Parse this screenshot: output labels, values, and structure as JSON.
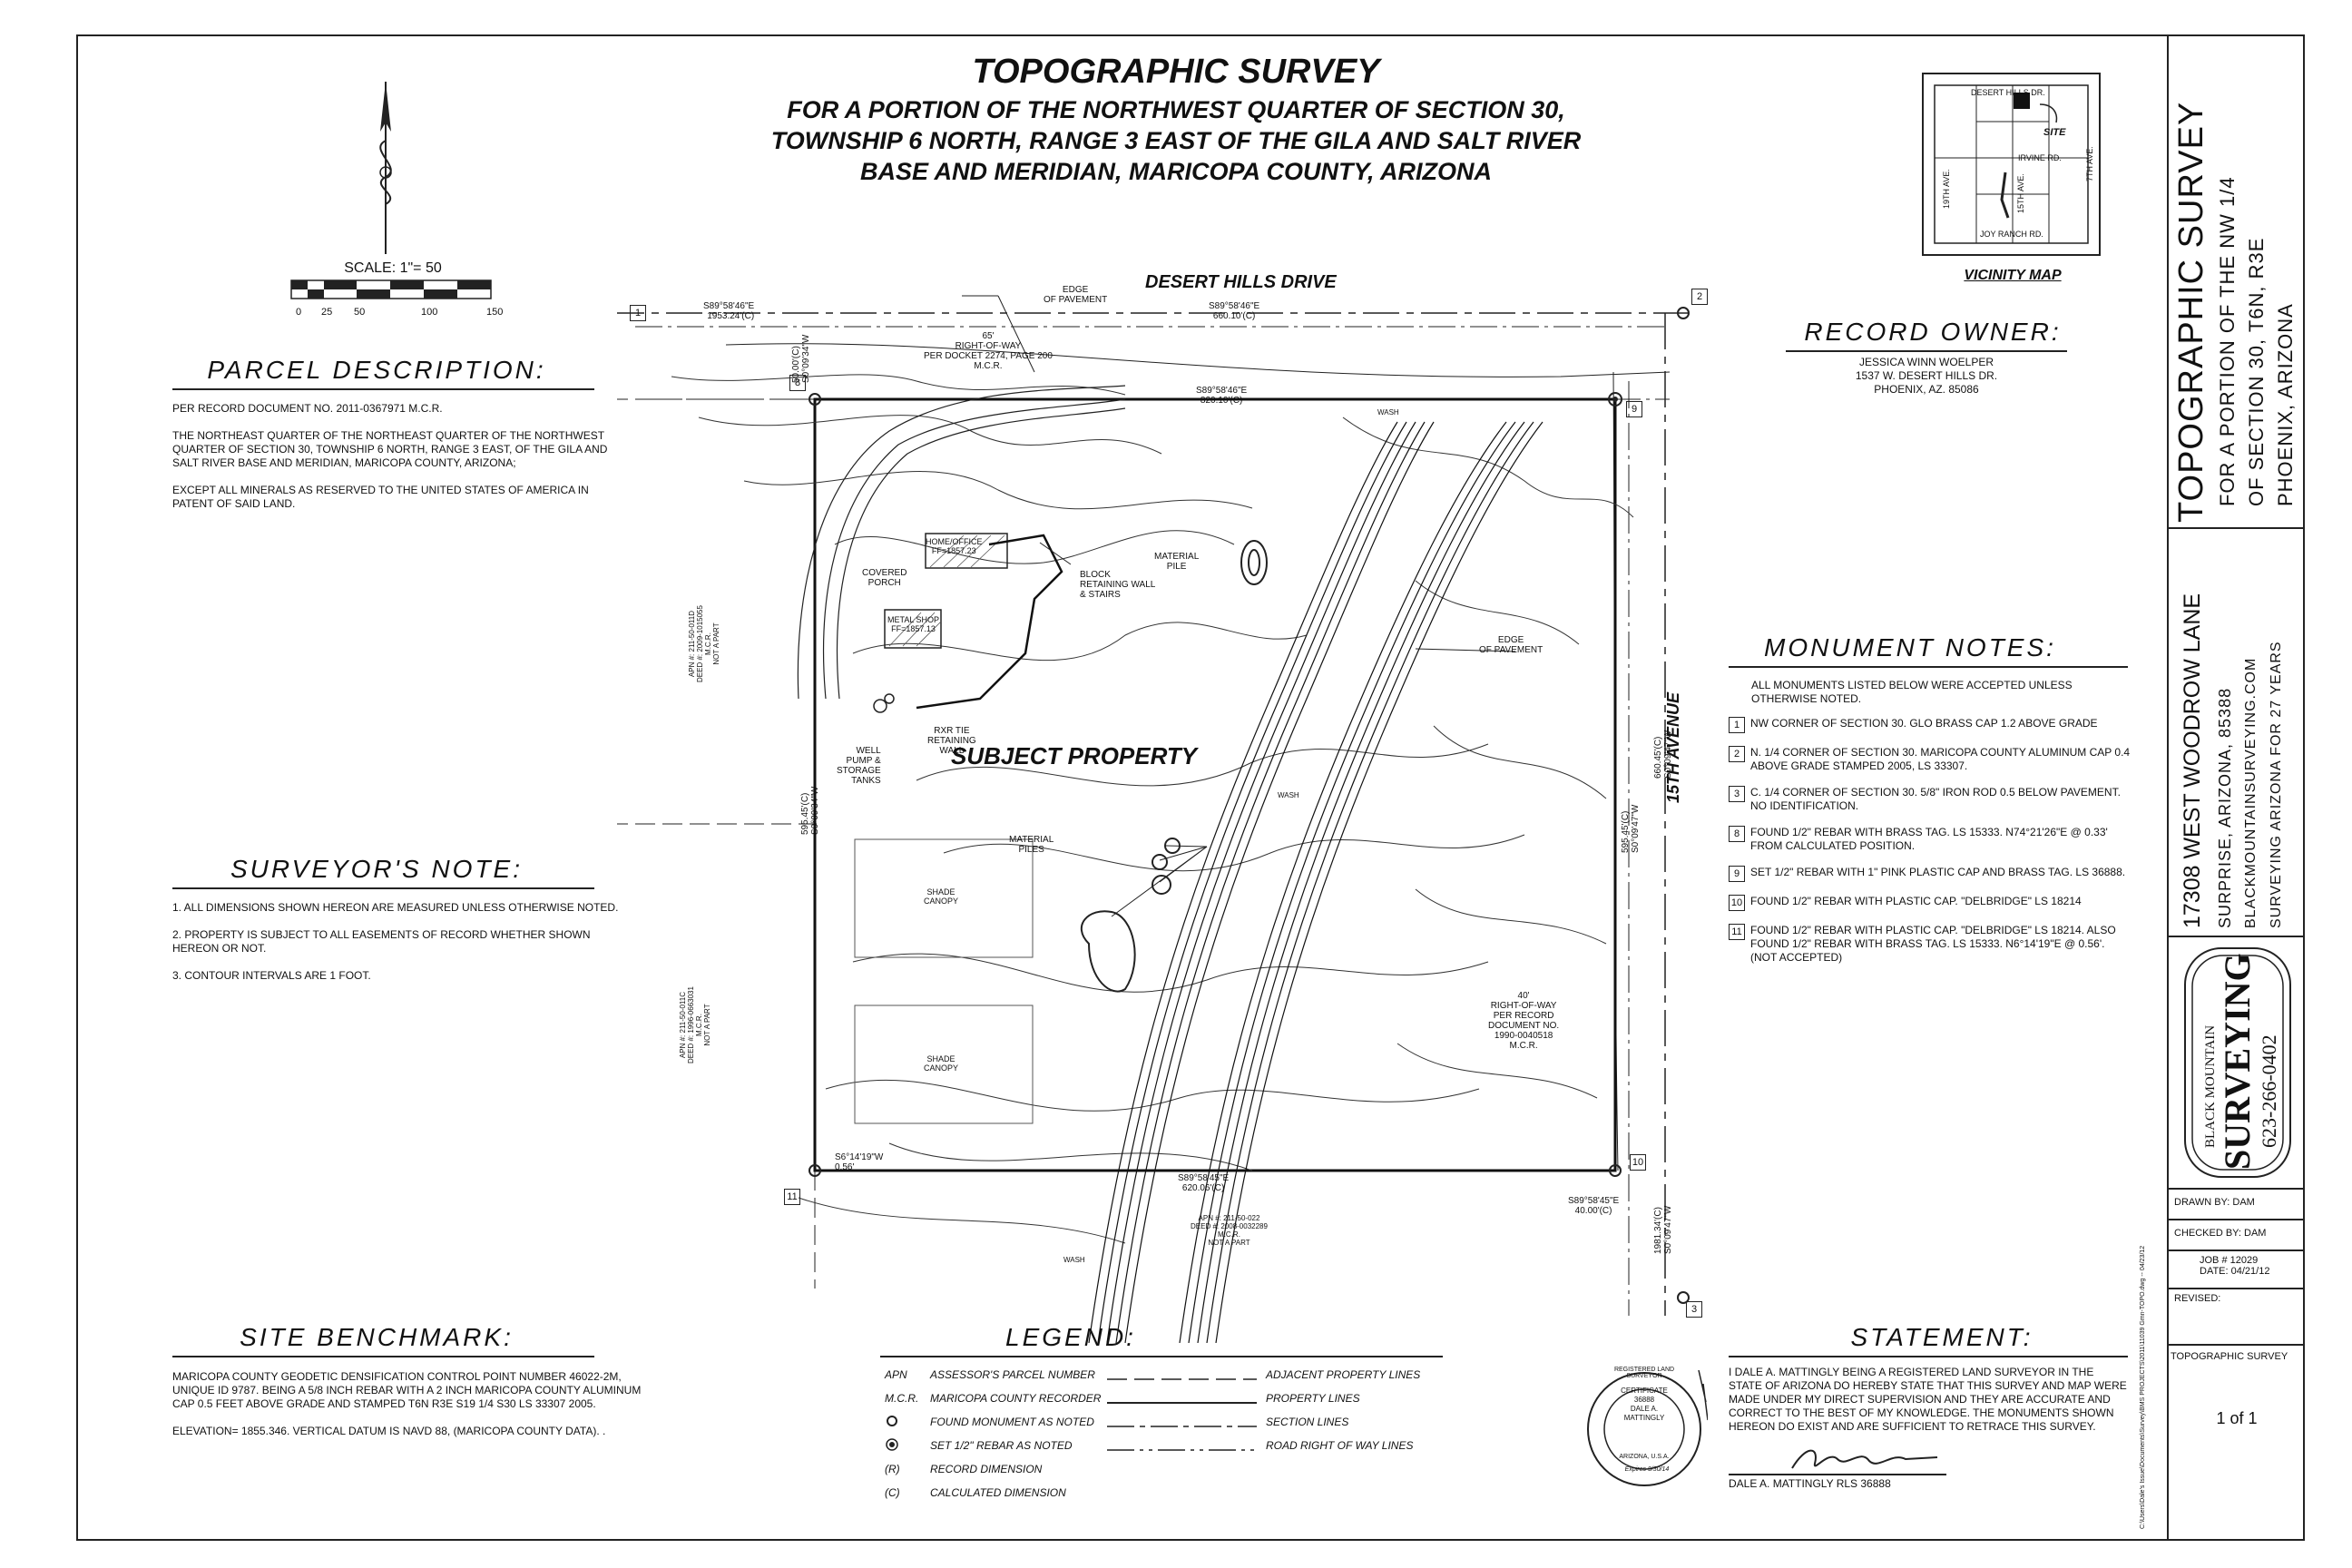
{
  "title": {
    "main": "TOPOGRAPHIC SURVEY",
    "line1": "FOR A PORTION OF THE NORTHWEST QUARTER OF SECTION 30,",
    "line2": "TOWNSHIP 6 NORTH, RANGE 3 EAST OF THE GILA AND SALT RIVER",
    "line3": "BASE AND MERIDIAN, MARICOPA COUNTY, ARIZONA"
  },
  "scale": {
    "label": "SCALE:  1\"= 50",
    "ticks": [
      "0",
      "25",
      "50",
      "100",
      "150"
    ]
  },
  "parcel": {
    "heading": "PARCEL  DESCRIPTION:",
    "p1": "PER RECORD DOCUMENT NO. 2011-0367971 M.C.R.",
    "p2": "THE NORTHEAST QUARTER OF THE NORTHEAST QUARTER OF THE NORTHWEST QUARTER OF SECTION 30, TOWNSHIP 6 NORTH, RANGE 3 EAST, OF THE GILA AND SALT RIVER BASE AND MERIDIAN, MARICOPA COUNTY, ARIZONA;",
    "p3": "EXCEPT ALL MINERALS AS RESERVED TO THE UNITED STATES OF AMERICA IN PATENT OF SAID LAND."
  },
  "surveyor_note": {
    "heading": "SURVEYOR'S  NOTE:",
    "n1": "1. ALL DIMENSIONS SHOWN HEREON ARE MEASURED UNLESS OTHERWISE NOTED.",
    "n2": "2. PROPERTY IS SUBJECT TO ALL EASEMENTS OF RECORD WHETHER SHOWN HEREON OR NOT.",
    "n3": "3. CONTOUR INTERVALS ARE 1 FOOT."
  },
  "benchmark": {
    "heading": "SITE  BENCHMARK:",
    "p1": "MARICOPA COUNTY GEODETIC DENSIFICATION CONTROL POINT NUMBER 46022-2M, UNIQUE ID 9787. BEING A 5/8 INCH REBAR WITH A 2 INCH MARICOPA COUNTY ALUMINUM CAP 0.5 FEET ABOVE GRADE AND STAMPED T6N R3E S19 1/4 S30 LS 33307 2005.",
    "p2": "ELEVATION= 1855.346. VERTICAL DATUM IS NAVD 88, (MARICOPA COUNTY DATA). ."
  },
  "legend": {
    "heading": "LEGEND:",
    "left": [
      {
        "abbr": "APN",
        "desc": "ASSESSOR'S PARCEL NUMBER"
      },
      {
        "abbr": "M.C.R.",
        "desc": "MARICOPA COUNTY RECORDER"
      },
      {
        "abbr": "",
        "desc": "FOUND MONUMENT AS NOTED"
      },
      {
        "abbr": "",
        "desc": "SET 1/2\" REBAR AS NOTED"
      },
      {
        "abbr": "(R)",
        "desc": "RECORD DIMENSION"
      },
      {
        "abbr": "(C)",
        "desc": "CALCULATED DIMENSION"
      }
    ],
    "right": [
      "ADJACENT PROPERTY LINES",
      "PROPERTY LINES",
      "SECTION LINES",
      "ROAD RIGHT OF WAY LINES"
    ]
  },
  "record_owner": {
    "heading": "RECORD  OWNER:",
    "name": "JESSICA WINN WOELPER",
    "address": "1537 W. DESERT HILLS DR.",
    "city": "PHOENIX, AZ. 85086"
  },
  "monument_notes": {
    "heading": "MONUMENT  NOTES:",
    "intro": "ALL MONUMENTS LISTED BELOW WERE ACCEPTED UNLESS OTHERWISE NOTED.",
    "items": [
      {
        "num": "1",
        "text": "NW CORNER OF SECTION 30. GLO BRASS CAP 1.2 ABOVE GRADE"
      },
      {
        "num": "2",
        "text": "N. 1/4 CORNER OF SECTION 30. MARICOPA COUNTY ALUMINUM CAP 0.4 ABOVE GRADE STAMPED 2005, LS 33307."
      },
      {
        "num": "3",
        "text": "C. 1/4 CORNER OF SECTION 30. 5/8\" IRON ROD 0.5 BELOW PAVEMENT. NO IDENTIFICATION."
      },
      {
        "num": "8",
        "text": "FOUND 1/2\" REBAR WITH BRASS TAG. LS 15333. N74°21'26\"E @ 0.33' FROM CALCULATED POSITION."
      },
      {
        "num": "9",
        "text": "SET 1/2\" REBAR WITH 1\" PINK PLASTIC CAP AND BRASS TAG. LS 36888."
      },
      {
        "num": "10",
        "text": "FOUND 1/2\" REBAR WITH PLASTIC CAP. \"DELBRIDGE\" LS 18214"
      },
      {
        "num": "11",
        "text": "FOUND 1/2\" REBAR WITH PLASTIC CAP. \"DELBRIDGE\" LS 18214. ALSO FOUND 1/2\" REBAR WITH BRASS TAG. LS 15333. N6°14'19\"E @ 0.56'. (NOT ACCEPTED)"
      }
    ]
  },
  "statement": {
    "heading": "STATEMENT:",
    "text": "I DALE A. MATTINGLY BEING A REGISTERED LAND SURVEYOR IN THE STATE OF ARIZONA DO HEREBY STATE THAT THIS SURVEY AND MAP WERE MADE UNDER MY DIRECT SUPERVISION AND THEY ARE ACCURATE AND CORRECT TO THE BEST OF MY KNOWLEDGE. THE MONUMENTS SHOWN HEREON DO EXIST AND ARE SUFFICIENT TO RETRACE THIS SURVEY.",
    "signer": "DALE A. MATTINGLY RLS 36888"
  },
  "seal": {
    "ring": "REGISTERED LAND SURVEYOR",
    "cert": "CERTIFICATE",
    "number": "36888",
    "name1": "DALE A.",
    "name2": "MATTINGLY",
    "state": "ARIZONA, U.S.A.",
    "expires": "Expires 9/30/14"
  },
  "vicinity": {
    "label": "VICINITY MAP",
    "roads": [
      "DESERT HILLS DR.",
      "IRVINE RD.",
      "JOY RANCH RD.",
      "19TH AVE.",
      "15TH AVE.",
      "7TH AVE."
    ],
    "site": "SITE"
  },
  "map": {
    "road_north": "DESERT HILLS DRIVE",
    "road_east": "15TH AVENUE",
    "subject": "SUBJECT PROPERTY",
    "edge_pavement": "EDGE\nOF PAVEMENT",
    "row_north": "65'\nRIGHT-OF-WAY\nPER DOCKET 2274, PAGE 200\nM.C.R.",
    "row_east": "40'\nRIGHT-OF-WAY\nPER RECORD\nDOCUMENT NO.\n1990-0040518\nM.C.R.",
    "bearing_top_left": "S89°58'46\"E",
    "dist_top_left": "1953.24'(C)",
    "bearing_top_mid": "S89°58'46\"E",
    "dist_top_mid": "660.10'(C)",
    "bearing_prop_top": "S89°58'46\"E",
    "dist_prop_top": "820.10'(C)",
    "bearing_prop_bot": "S89°58'45\"E",
    "dist_prop_bot": "620.06'(C)",
    "bearing_br": "S89°58'45\"E",
    "dist_br": "40.00'(C)",
    "west_dim": "595.45'(C)\nS0°09'34\"W",
    "west_off": "50.00'(C)\nS0°09'34\"W",
    "east_dim": "595.45'(C)\nS0°09'47\"W",
    "east_outer": "660.45'(C)\nS0°09'47\"W",
    "south_outer": "1981.34'(C)\nS0°09'47\"W",
    "tie_sw": "S6°14'19\"W\n0.56'",
    "home": "HOME/OFFICE\nFF=1857.23",
    "shop": "METAL SHOP\nFF=1857.13",
    "porch": "COVERED\nPORCH",
    "block_wall": "BLOCK\nRETAINING WALL\n& STAIRS",
    "rxr": "RXR TIE\nRETAINING\nWALL",
    "well": "WELL\nPUMP &\nSTORAGE\nTANKS",
    "material_pile": "MATERIAL\nPILE",
    "material_piles": "MATERIAL\nPILES",
    "shade1": "SHADE\nCANOPY",
    "shade2": "SHADE\nCANOPY",
    "wash": "WASH",
    "apn_west1": "APN #: 211-50-011D\nDEED #: 2009-1015055\nM.C.R.\nNOT A PART",
    "apn_west2": "APN #: 211-50-011C\nDEED #: 1996-0663031\nM.C.R.\nNOT A PART",
    "apn_south": "APN #: 211-50-022\nDEED #: 2008-0032289\nM.C.R.\nNOT A PART",
    "corner_labels": [
      "1",
      "2",
      "3",
      "8",
      "9",
      "10",
      "11"
    ]
  },
  "titleblock": {
    "title": "TOPOGRAPHIC SURVEY",
    "sub1": "FOR A PORTION OF THE NW 1/4",
    "sub2": "OF SECTION 30, T6N, R3E",
    "sub3": "PHOENIX, ARIZONA",
    "address": "17308 WEST WOODROW LANE",
    "city": "SURPRISE, ARIZONA, 85388",
    "web": "BLACKMOUNTAINSURVEYING.COM",
    "years": "SURVEYING ARIZONA FOR 27 YEARS",
    "logo_top": "BLACK MOUNTAIN",
    "logo_mid": "SURVEYING",
    "logo_phone": "623-266-0402",
    "drawn": "DRAWN BY:  DAM",
    "checked": "CHECKED BY:  DAM",
    "job": "JOB #  12029",
    "date": "DATE:  04/21/12",
    "revised": "REVISED:",
    "sheet_title": "TOPOGRAPHIC SURVEY",
    "sheet_no": "1 of 1",
    "file_path": "C:\\Users\\Dale's  Issue\\Documents\\Survey\\BMS PROJECTS\\2011\\11039 Gmn-TOPO.dwg -- 04/23/12"
  },
  "colors": {
    "ink": "#111111",
    "line": "#222222",
    "hatch": "#444444"
  }
}
